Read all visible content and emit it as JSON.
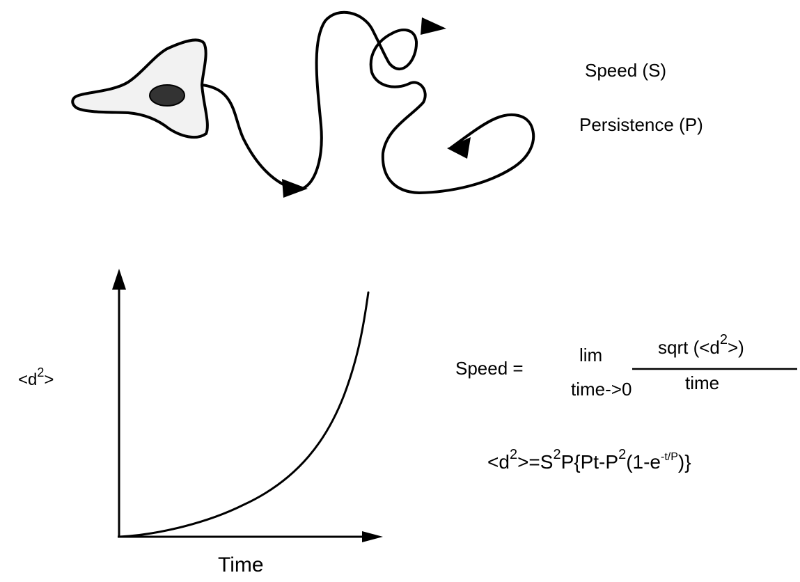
{
  "legend": {
    "speed": "Speed (S)",
    "persistence": "Persistence (P)"
  },
  "graph": {
    "ylabel_main": "<d",
    "ylabel_sup": "2",
    "ylabel_tail": ">",
    "xlabel": "Time"
  },
  "speed_formula": {
    "lhs": "Speed =",
    "lim": "lim",
    "limit_condition": "time->0",
    "numerator_main": "sqrt (<d",
    "numerator_sup": "2",
    "numerator_tail": ">)",
    "denominator": "time"
  },
  "msd_formula": {
    "p1": "<d",
    "sup1": "2",
    "p2": ">=S",
    "sup2": "2",
    "p3": "P{Pt-P",
    "sup3": "2",
    "p4": "(1-e",
    "exp": "-t/P",
    "p5": ")}"
  },
  "colors": {
    "ink": "#000000",
    "background": "#ffffff",
    "cell_fill": "#f2f2f2",
    "nucleus": "#333333"
  },
  "icons": {
    "path_arrows": "triangle-arrowhead",
    "axis_arrows": "triangle-arrowhead"
  }
}
